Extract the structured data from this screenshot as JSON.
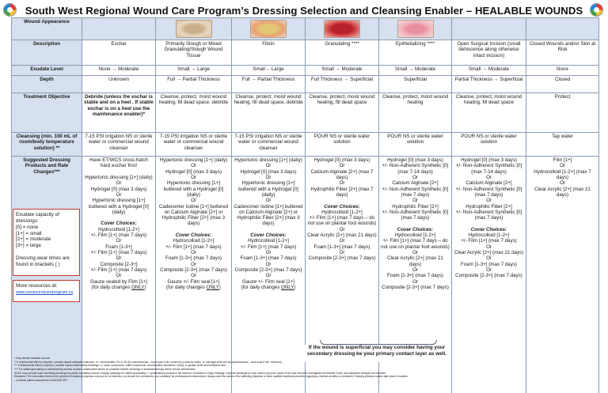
{
  "title": "South West Regional Wound Care Program’s Dressing Selection and Cleansing Enabler – HEALABLE WOUNDS",
  "logos": {
    "left_icon": "program-logo-icon",
    "right_icon": "program-logo-icon"
  },
  "row_headers": {
    "appearance": "Wound Appearance",
    "description": "Description",
    "exudate": "Exudate Level",
    "depth": "Depth",
    "treatment": "Treatment Objective",
    "cleansing": "Cleansing (min. 100 mL of room/body temperature solution) **",
    "products": "Suggested Dressing Products and Rate Changes***"
  },
  "columns": [
    {
      "description": "Eschar",
      "exudate": "None → Moderate",
      "depth": "Unknown",
      "treatment_bold": "Debride (unless the eschar is stable and on a heel . If stable eschar is on a heel use the maintenance enabler)*",
      "cleansing": "7-15 PSI irrigation NS or sterile water or commercial wound cleanser",
      "products": [
        "Have ET/WCS cross-hatch hard eschar first!",
        "",
        "Hypertonic dressing [1+] (daily)",
        "Or",
        "Hydrogel [0] (max 3 days)",
        "Or",
        "Hypertonic dressing [1+] buttered with a Hydrogel [0] (daily)"
      ],
      "cover_title": "Cover Choices:",
      "cover": [
        "Hydrocolloid [1-2+]",
        "+/- Film [1+] (max 7 days)",
        "Or",
        "Foam [1-3+]",
        "+/- Film [1+] (max 7 days)",
        "Or",
        "Composite [2-3+]",
        "+/- Film [1+] (max 7 days)",
        "Or",
        "Gauze  sealed by Film [1+]"
      ],
      "cover_tail_prefix": "(for daily changes ",
      "cover_tail_u": "ONLY",
      "cover_tail_suffix": ")"
    },
    {
      "description": "Primarily Slough or Mixed Granulating/Slough Wound Tissue",
      "exudate": "Small → Large",
      "depth": "Full → Partial Thickness",
      "treatment": "Cleanse, protect, moist wound healing, fill dead space, debride",
      "cleansing": "7-15 PSI irrigation NS or sterile water or commercial wound cleanser",
      "products": [
        "Hypertonic dressing [1+] (daily)",
        "Or",
        "Hydrogel [0] (max 3 days)",
        "Or",
        "Hypertonic dressing [1+] buttered with a Hydrogel [0] (daily)",
        "Or",
        "Cadexomer Iodine [1+] buttered on Calcium Alginate [2+] or Hydrophilic Fiber [2+] (max 3 days)"
      ],
      "cover_title": "Cover Choices:",
      "cover": [
        "Hydrocolloid [1-2+]",
        "+/- Film [1+] (max 7 days)",
        "Or",
        "Foam [1-3+] (max 7 days)",
        "Or",
        "Composite [2-3+] (max 7 days)",
        "Or",
        "Gauze  +/- Film seal [1+]"
      ],
      "cover_tail_prefix": "(for daily changes ",
      "cover_tail_u": "ONLY",
      "cover_tail_suffix": ")"
    },
    {
      "description": "Fibrin",
      "exudate": "Small→ Large",
      "depth": "Full → Partial Thickness",
      "treatment": "Cleanse, protect, moist wound healing, fill dead space, debride",
      "cleansing": "7-15 PSI irrigation NS or sterile water or commercial wound cleanser",
      "products": [
        "Hypertonic dressing [1+] (daily)",
        "Or",
        "Hydrogel [0] (max 3 days)",
        "Or",
        "Hypertonic dressing [1+] buttered with a Hydrogel [0] (daily)",
        "Or",
        "Cadexomer Iodine [1+] buttered on Calcium Alginate [2+] or Hydrophilic Fiber [2+] (max 3 days)"
      ],
      "cover_title": "Cover Choices:",
      "cover": [
        "Hydrocolloid [1-2+]",
        "+/- Film [1+] (max 7 days)",
        "Or",
        "Foam [1-3+] (max 7 days)",
        "Or",
        "Composite [2-3+] (max 7 days)",
        "Or",
        "Gauze +/- Film seal [1+]"
      ],
      "cover_tail_prefix": "(for daily changes ",
      "cover_tail_u": "ONLY",
      "cover_tail_suffix": ")"
    },
    {
      "description": "Granulating ****",
      "exudate": "Small → Moderate",
      "depth": "Full  Thickness → Superficial",
      "treatment": "Cleanse, protect, moist wound healing, fill dead space",
      "cleansing": "POUR NS or sterile water solution",
      "products": [
        "Hydrogel [0] (max 3 days)",
        "Or",
        "Calcium Alginate [2+] (max 7 days)",
        "Or",
        "Hydrophilic Fiber [2+] (max 7 days)"
      ],
      "cover_title": "Cover Choices:",
      "cover": [
        "Hydrocolloid [1-2+]",
        "+/- Film [1+] (max 7 days – do not use on plantar foot wounds)",
        "Or",
        "Clear Acrylic [2+] (max 21 days)",
        "Or",
        "Foam [1-3+] (max 7 days)",
        "Or",
        "Composite [2-3+] (max 7 days)"
      ]
    },
    {
      "description": "Epithelializing ****",
      "exudate": "Small → Moderate",
      "depth": "Superficial",
      "treatment": "Cleanse, protect, moist wound healing",
      "cleansing": "POUR NS or sterile water solution",
      "products": [
        "Hydrogel [0] (max 3 days)",
        "+/- Non-Adherent Synthetic [0] (max 7-14 days)",
        "Or",
        "Calcium Alginate [2+]",
        "+/- Non-Adherent Synthetic [0] (max 7 days)",
        "Or",
        "Hydrophilic Fiber [2+]",
        "+/- Non-Adherent Synthetic [0] (max 7 days)"
      ],
      "cover_title": "Cover Choices:",
      "cover": [
        "Hydrocolloid [1-2+]",
        "+/- Film [1+] (max 7 days – do not use on plantar foot wounds)",
        "Or",
        "Clear  Acrylic [2+] (max 21 days)",
        "Or",
        "Foam [1-3+] (max 7 days)",
        "Or",
        "Composite [2-3+] (max 7 days)"
      ]
    },
    {
      "description": "Open Surgical Incision (small dehiscence along otherwise intact incision)",
      "exudate": "Small → Moderate",
      "depth": "Partial Thickness → Superficial",
      "treatment": "Cleanse, protect, moist wound healing, fill dead space",
      "cleansing": "POUR NS or sterile water solution",
      "products": [
        "Hydrogel [0] (max 3 days)",
        "+/- Non-Adherent Synthetic [0] (max 7-14 days)",
        "Or",
        "Calcium Alginate [2+]",
        "+/- Non-Adherent Synthetic [0] (max 7 days)",
        "Or",
        "Hydrophilic Fiber [2+]",
        "+/- Non-Adherent Synthetic [0] (max 7 days)"
      ],
      "cover_title": "Cover Choices:",
      "cover": [
        "Hydrocolloid [1-2+]",
        "+/- Film [1+] (max 7 days)",
        "Or",
        "Clear  Acrylic [2+] (max 21 days)",
        "Or",
        "Foam [1-3+] (max 7 days)",
        "Or",
        "Composite [2-3+] (max 7 days)"
      ]
    },
    {
      "description": "Closed Wounds and/or Skin at Risk",
      "exudate": "None",
      "depth": "Closed",
      "treatment": "Protect",
      "cleansing": "Tap water",
      "products": [
        "Film [1+]",
        "Or",
        "Hydrocolloid [1-2+] (max 7 days)",
        "Or",
        "Clear Acrylic [2+] (max 21 days)"
      ]
    }
  ],
  "exudate_box": {
    "lines": [
      "Exudate capacity of",
      "dressings:",
      "[0] = none",
      "[1+] = small",
      "[2+] = moderate",
      "[3+] = large",
      "",
      "Dressing wear times are",
      "found in brackets ( )"
    ]
  },
  "resources_box": {
    "label": "More resources at:",
    "link": "www.swrwoundcareprogram.ca"
  },
  "superficial_note": "If the wound is superficial you may consider having your secondary dressing be your primary contact layer as well.",
  "footnotes": [
    "* Only debride healable wounds",
    "** If antimicrobial effect is required, consider topical antiseptic cleansers, i.e. chlorhexadine 2% or 4% (for pseudomonas – must soak 5 min. minimum), povidone-iodine, or ‘cidenight-wells soil (for pseudomonas – must soak 5 min. minimum).",
    "*** If antimicrobial effect is required, consider topical antimicrobial dressings, i.e. silver compounds, iodine compounds, chlorhexadine derivatives, honey, or gentian violet and methylene blue.",
    "**** For stalled granulating or epithelializing wounds consider collaborative advice on protease inhibitor dressings or surfactant therapy where chronic inflammation.",
    "ALSO, may consider pain controlling dressings for painful exudating wounds, biologic dressings for stalled granulating +/- epithelializing wounds in the absence of infection or large drainage, chemical dressings for odor control (once the cause of the odor has been investigated and treated if able, and adjunctive therapies as indicated.",
    "Disclaimer: The information herein is for general informational purposes only and is not intended, nor should it be considered, as a substitute for professional medical advice. Always seek the advice of the attending physician or other qualified healthcare provider regarding a medical condition or treatment. Dressing selection cannot take place in isolation",
    "– a holistic patient assessment is MANDATORY"
  ]
}
